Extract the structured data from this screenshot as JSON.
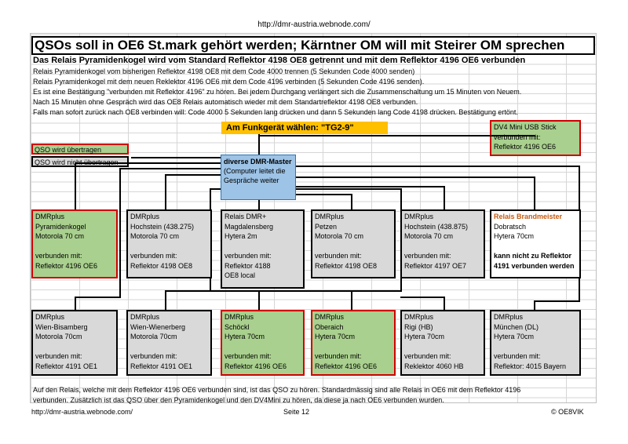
{
  "page": {
    "header_url": "http://dmr-austria.webnode.com/",
    "title": "QSOs soll in OE6 St.mark gehört werden; Kärntner OM will mit Steirer OM sprechen",
    "subtitle": "Das Relais Pyramidenkogel wird vom Standard Reflektor 4198 OE8 getrennt und mit dem Reflektor 4196 OE6 verbunden",
    "lines": [
      "Relais Pyramidenkogel vom bisherigen Reflektor 4198 OE8 mit dem Code 4000 trennen (5 Sekunden Code 4000 senden)",
      "Relais Pyramidenkogel mit dem neuen Reklektor 4196 OE6 mit dem Code 4196 verbinden (5 Sekunden Code 4196 senden).",
      "Es ist eine Bestätigung \"verbunden mit Reflektor 4196\" zu hören. Bei jedem Durchgang verlängert sich die Zusammenschaltung um 15 Minuten von Neuem.",
      "Nach 15 Minuten ohne Gespräch wird das OE8 Relais automatisch wieder mit dem Standartreflektor 4198 OE8 verbunden.",
      "Falls man sofort zurück nach OE8 verbinden will: Code 4000 5 Sekunden lang drücken und dann 5 Sekunden lang Code 4198 drücken. Bestätigung ertönt."
    ],
    "funk_label": "Am Funkgerät wählen: \"TG2-9\"",
    "legend": {
      "transmitted": "QSO wird übertragen",
      "not_transmitted": "QSO wird nicht übertragen"
    },
    "master": {
      "title": "diverse DMR-Master",
      "text1": "(Computer leitet die",
      "text2": "Gespräche weiter"
    },
    "dv4": {
      "l1": "DV4 Mini USB Stick",
      "l2": "verbunden mit:",
      "l3": "Reflektor 4196 OE6"
    },
    "top_row": [
      {
        "l1": "DMRplus",
        "l2": "Pyramidenkogel",
        "l3": "Motorola 70 cm",
        "l4": "",
        "l5": "verbunden mit:",
        "l6": "Reflektor 4196 OE6",
        "l7": ""
      },
      {
        "l1": "DMRplus",
        "l2": "Hochstein (438.275)",
        "l3": "Motorola 70 cm",
        "l4": "",
        "l5": "verbunden mit:",
        "l6": "Reflektor 4198 OE8",
        "l7": ""
      },
      {
        "l1": "Relais DMR+",
        "l2": "Magdalensberg",
        "l3": "Hytera 2m",
        "l4": "",
        "l5": "verbunden mit:",
        "l6": "Reflektor 4188",
        "l7": "OE8 local"
      },
      {
        "l1": "DMRplus",
        "l2": "Petzen",
        "l3": "Motorola 70 cm",
        "l4": "",
        "l5": "verbunden mit:",
        "l6": "Reflektor 4198 OE8",
        "l7": ""
      },
      {
        "l1": "DMRplus",
        "l2": "Hochstein (438.875)",
        "l3": "Motorola 70 cm",
        "l4": "",
        "l5": "verbunden mit:",
        "l6": "Reflektor 4197 OE7",
        "l7": ""
      },
      {
        "l1": "Relais Brandmeister",
        "l2": "Dobratsch",
        "l3": "Hytera 70cm",
        "l4": "",
        "l5": "kann nicht zu Reflektor",
        "l6": "4191 verbunden werden",
        "l7": ""
      }
    ],
    "bottom_row": [
      {
        "l1": "DMRplus",
        "l2": "Wien-Bisamberg",
        "l3": "Motorola 70cm",
        "l4": "",
        "l5": "verbunden mit:",
        "l6": "Reflektor 4191 OE1"
      },
      {
        "l1": "DMRplus",
        "l2": "Wien-Wienerberg",
        "l3": "Motorola 70cm",
        "l4": "",
        "l5": "verbunden mit:",
        "l6": "Reflektor 4191 OE1"
      },
      {
        "l1": "DMRplus",
        "l2": "Schöckl",
        "l3": "Hytera 70cm",
        "l4": "",
        "l5": "verbunden mit:",
        "l6": "Reflektor 4196 OE6"
      },
      {
        "l1": "DMRplus",
        "l2": "Oberaich",
        "l3": "Hytera 70cm",
        "l4": "",
        "l5": "verbunden mit:",
        "l6": "Reflektor 4196 OE6"
      },
      {
        "l1": "DMRplus",
        "l2": "Rigi (HB)",
        "l3": "Hytera 70cm",
        "l4": "",
        "l5": "verbunden mit:",
        "l6": "Reklektor 4060 HB"
      },
      {
        "l1": "DMRplus",
        "l2": "München (DL)",
        "l3": "Hytera 70cm",
        "l4": "",
        "l5": "verbunden mit:",
        "l6": "Reflektor: 4015 Bayern"
      }
    ],
    "bottom_text": [
      "Auf den Relais, welche mit dem Reflektor 4196 OE6 verbunden sind, ist das QSO zu hören. Standardmässig sind alle Relais in OE6 mit dem Reflektor 4196",
      "verbunden. Zusätzlich ist das QSO über den Pyramidenkogel und den DV4Mini zu hören, da diese ja nach OE6 verbunden wurden."
    ],
    "footer": {
      "left": "http://dmr-austria.webnode.com/",
      "center": "Seite 12",
      "right": "© OE8VIK"
    }
  }
}
